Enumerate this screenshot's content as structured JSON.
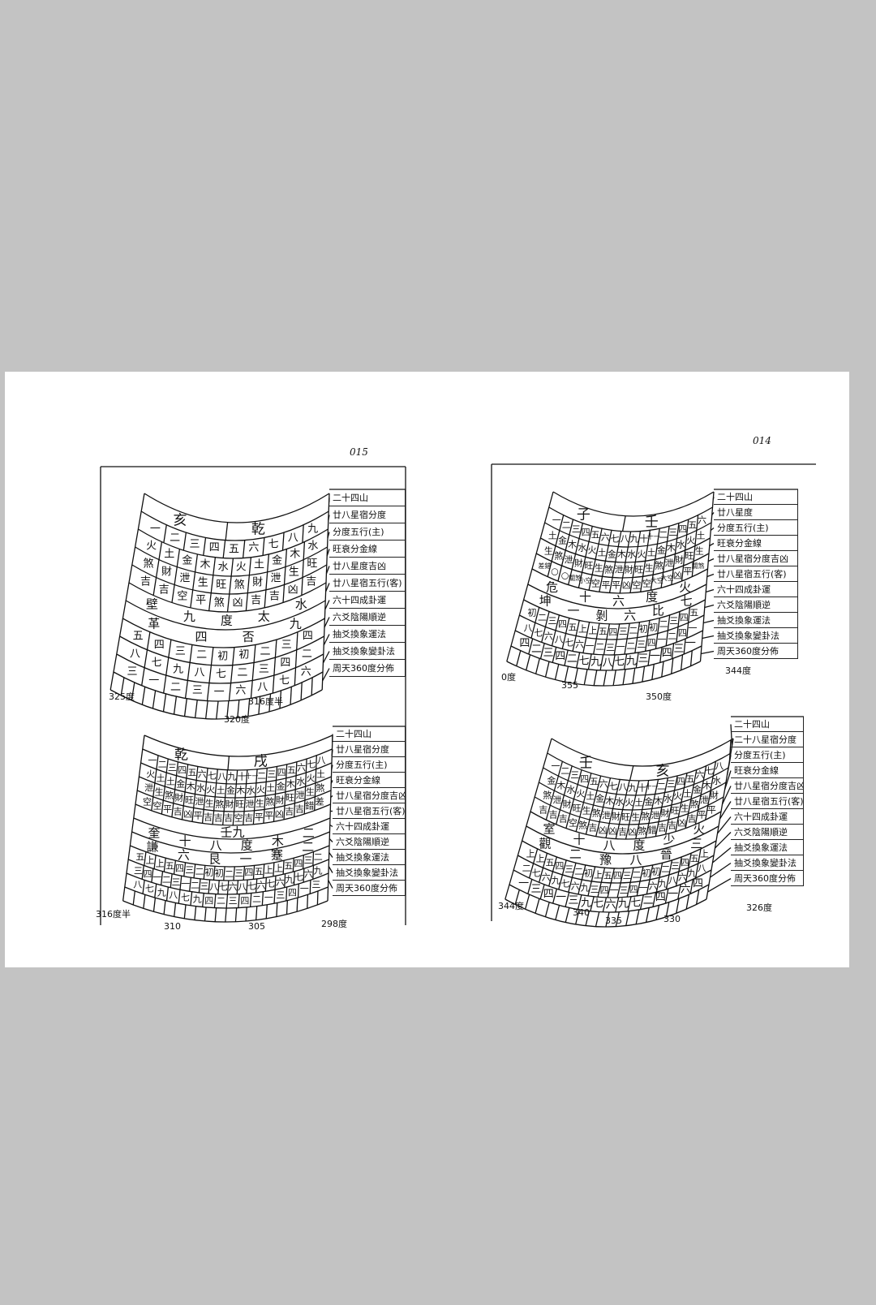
{
  "page_numbers": {
    "left": "015",
    "right": "014"
  },
  "charts": [
    {
      "id": "left-top",
      "header": [
        "亥",
        "乾"
      ],
      "rows": [
        [
          "一",
          "二",
          "三",
          "四",
          "五",
          "六",
          "七",
          "八",
          "九"
        ],
        [
          "火",
          "土",
          "金",
          "木",
          "水",
          "火",
          "土",
          "金",
          "木",
          "水"
        ],
        [
          "煞",
          "財",
          "泄",
          "生",
          "旺",
          "煞",
          "財",
          "泄",
          "生",
          "旺"
        ],
        [
          "吉",
          "吉",
          "空",
          "平",
          "煞",
          "凶",
          "吉",
          "吉",
          "凶",
          "吉"
        ],
        [
          "壁",
          "九",
          "度",
          "太",
          "水"
        ],
        [
          "革",
          "四",
          "否",
          "九"
        ],
        [
          "五",
          "四",
          "三",
          "二",
          "初",
          "初",
          "二",
          "三",
          "四"
        ],
        [
          "八",
          "七",
          "九",
          "八",
          "七",
          "二",
          "三",
          "四",
          "二"
        ],
        [
          "三",
          "一",
          "二",
          "三",
          "一",
          "六",
          "八",
          "七",
          "六"
        ]
      ],
      "labels": [
        "二十四山",
        "廿八星宿分度",
        "分度五行(主)",
        "旺衰分金線",
        "廿八星度吉凶",
        "廿八星宿五行(客)",
        "六十四成卦運",
        "六爻陰陽順逆",
        "抽爻換象運法",
        "抽爻換象變卦法",
        "周天360度分佈"
      ],
      "degrees": [
        "325度",
        "320度",
        "316度半"
      ]
    },
    {
      "id": "left-bottom",
      "header": [
        "乾",
        "戌"
      ],
      "rows": [
        [
          "一",
          "二",
          "三",
          "四",
          "五",
          "六",
          "七",
          "八",
          "九",
          "十",
          "十一",
          "二",
          "三",
          "四",
          "五",
          "六",
          "七",
          "八"
        ],
        [
          "火",
          "土",
          "土",
          "金",
          "木",
          "水",
          "火",
          "土",
          "金",
          "木",
          "水",
          "火",
          "土",
          "金",
          "木",
          "水",
          "火",
          "土"
        ],
        [
          "泄",
          "生",
          "煞",
          "財",
          "旺",
          "泄",
          "生",
          "煞",
          "財",
          "旺",
          "泄",
          "生",
          "煞",
          "財",
          "旺",
          "泄",
          "生",
          "煞"
        ],
        [
          "空",
          "空",
          "平",
          "吉",
          "凶",
          "平",
          "吉",
          "吉",
          "吉",
          "空",
          "吉",
          "平",
          "平",
          "凶",
          "吉",
          "吉",
          "錯",
          "差"
        ],
        [
          "壬九"
        ],
        [
          "奎",
          "十",
          "八",
          "度",
          "木",
          "二"
        ],
        [
          "謙",
          "六",
          "艮",
          "一",
          "蹇",
          "二"
        ],
        [
          "五",
          "上",
          "上",
          "五",
          "四",
          "三",
          "二",
          "初",
          "初",
          "二",
          "三",
          "四",
          "五",
          "上",
          "上",
          "五",
          "四",
          "三",
          "二"
        ],
        [
          "三",
          "四",
          "一",
          "二",
          "三",
          "一",
          "二",
          "三",
          "八",
          "七",
          "六",
          "八",
          "七",
          "六",
          "七",
          "六",
          "九",
          "七",
          "六",
          "九"
        ],
        [
          "八",
          "七",
          "九",
          "八",
          "七",
          "九",
          "四",
          "二",
          "三",
          "四",
          "二",
          "一",
          "三",
          "四",
          "一",
          "三"
        ]
      ],
      "labels": [
        "二十四山",
        "廿八星宿分度",
        "分度五行(主)",
        "旺衰分金線",
        "廿八星宿分度吉凶",
        "廿八星宿五行(客)",
        "六十四成卦運",
        "六爻陰陽順逆",
        "抽爻換象運法",
        "抽爻換象變卦法",
        "周天360度分佈"
      ],
      "degrees": [
        "316度半",
        "310",
        "305",
        "298度"
      ]
    },
    {
      "id": "right-top",
      "header": [
        "子",
        "壬"
      ],
      "rows": [
        [
          "一",
          "二",
          "三",
          "四",
          "五",
          "六",
          "七",
          "八",
          "九",
          "十",
          "十一",
          "二",
          "三",
          "四",
          "五",
          "六"
        ],
        [
          "土",
          "金",
          "木",
          "水",
          "火",
          "土",
          "金",
          "木",
          "水",
          "火",
          "土",
          "金",
          "木",
          "水",
          "火",
          "土"
        ],
        [
          "生",
          "煞",
          "泄",
          "財",
          "旺",
          "生",
          "煞",
          "泄",
          "財",
          "旺",
          "生",
          "煞",
          "泄",
          "財",
          "旺",
          "生"
        ],
        [
          "差錯",
          "○",
          "○",
          "關煞",
          "小空",
          "空",
          "平",
          "平",
          "凶",
          "空",
          "空",
          "大空",
          "大空",
          "凶",
          "平",
          "關煞"
        ],
        [
          "危",
          "十",
          "六",
          "度",
          "火"
        ],
        [
          "坤",
          "一",
          "剝",
          "六",
          "比",
          "七"
        ],
        [
          "初",
          "二",
          "三",
          "四",
          "五",
          "上",
          "上",
          "五",
          "四",
          "三",
          "二",
          "初",
          "初",
          "二",
          "三",
          "四",
          "五"
        ],
        [
          "八",
          "七",
          "六",
          "八",
          "七",
          "六",
          "一",
          "二",
          "三",
          "一",
          "二",
          "三",
          "四",
          "一",
          "二",
          "四",
          "一"
        ],
        [
          "四",
          "二",
          "三",
          "四",
          "二",
          "七",
          "九",
          "八",
          "七",
          "九",
          "三",
          "一",
          "四",
          "三",
          "一"
        ]
      ],
      "labels": [
        "二十四山",
        "廿八星度",
        "分度五行(主)",
        "旺衰分金線",
        "廿八星宿分度吉凶",
        "廿八星宿五行(客)",
        "六十四成卦運",
        "六爻陰陽順逆",
        "抽爻換象運法",
        "抽爻換象變卦法",
        "周天360度分佈"
      ],
      "degrees": [
        "0度",
        "355",
        "350度",
        "344度"
      ]
    },
    {
      "id": "right-bottom",
      "header": [
        "壬",
        "亥"
      ],
      "rows": [
        [
          "一",
          "二",
          "三",
          "四",
          "五",
          "六",
          "七",
          "八",
          "九",
          "十",
          "十一",
          "二",
          "三",
          "四",
          "五",
          "六",
          "七",
          "八"
        ],
        [
          "金",
          "木",
          "水",
          "火",
          "土",
          "金",
          "木",
          "水",
          "火",
          "土",
          "金",
          "木",
          "水",
          "火",
          "土",
          "金",
          "木",
          "水"
        ],
        [
          "煞",
          "泄",
          "財",
          "旺",
          "生",
          "煞",
          "泄",
          "財",
          "旺",
          "生",
          "煞",
          "泄",
          "財",
          "旺",
          "生",
          "煞",
          "泄",
          "財"
        ],
        [
          "吉",
          "吉",
          "吉",
          "空",
          "煞",
          "吉",
          "凶",
          "凶",
          "吉",
          "凶",
          "煞",
          "錯",
          "吉",
          "吉",
          "凶",
          "吉",
          "平",
          "平"
        ],
        [
          "室",
          "十",
          "八",
          "度",
          "少",
          "火"
        ],
        [
          "觀",
          "二",
          "豫",
          "八",
          "晉",
          "三"
        ],
        [
          "上",
          "上",
          "五",
          "四",
          "三",
          "二",
          "初",
          "上",
          "五",
          "四",
          "三",
          "二",
          "初",
          "初",
          "二",
          "三",
          "四",
          "五",
          "上"
        ],
        [
          "二",
          "七",
          "六",
          "九",
          "七",
          "六",
          "九",
          "三",
          "四",
          "一",
          "三",
          "四",
          "一",
          "六",
          "九",
          "八",
          "六",
          "九",
          "八"
        ],
        [
          "一",
          "三",
          "四",
          "一",
          "三",
          "九",
          "七",
          "六",
          "九",
          "七",
          "二",
          "四",
          "一",
          "六",
          "四"
        ]
      ],
      "labels": [
        "二十四山",
        "二十八星宿分度",
        "分度五行(主)",
        "旺衰分金線",
        "廿八星宿分度吉凶",
        "廿八星宿五行(客)",
        "六十四成卦運",
        "六爻陰陽順逆",
        "抽爻換象運法",
        "抽爻換象變卦法",
        "周天360度分佈"
      ],
      "degrees": [
        "344度",
        "340",
        "335",
        "330",
        "326度"
      ]
    }
  ]
}
